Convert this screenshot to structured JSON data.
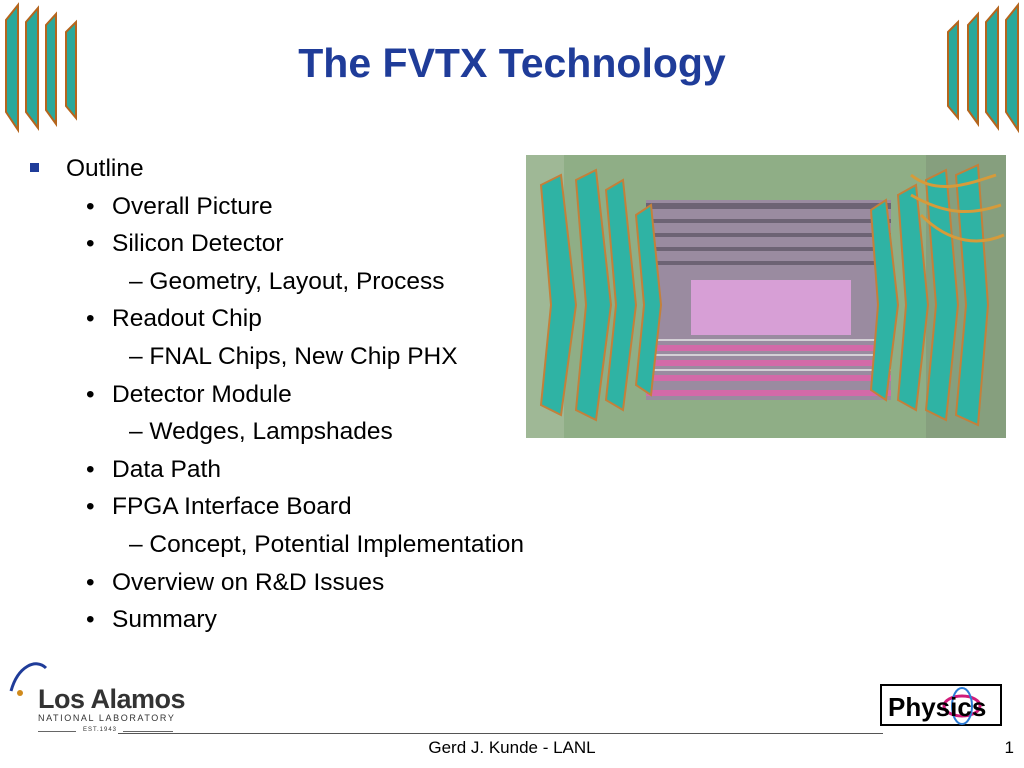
{
  "slide": {
    "title": "The FVTX Technology",
    "outline": {
      "heading": "Outline",
      "items": [
        {
          "label": "Overall Picture",
          "sub": []
        },
        {
          "label": "Silicon Detector",
          "sub": [
            "– Geometry, Layout, Process"
          ]
        },
        {
          "label": "Readout Chip",
          "sub": [
            "– FNAL Chips, New Chip PHX"
          ]
        },
        {
          "label": "Detector Module",
          "sub": [
            "– Wedges, Lampshades"
          ]
        },
        {
          "label": "Data Path",
          "sub": []
        },
        {
          "label": "FPGA Interface Board",
          "sub": [
            "– Concept, Potential Implementation"
          ]
        },
        {
          "label": "Overview on R&D Issues",
          "sub": []
        },
        {
          "label": "Summary",
          "sub": []
        }
      ]
    }
  },
  "footer": {
    "author": "Gerd J. Kunde - LANL",
    "page": "1"
  },
  "logos": {
    "lanl": {
      "name": "Los Alamos",
      "sub": "NATIONAL LABORATORY",
      "est": "EST.1943"
    },
    "physics": {
      "text": "Physics"
    }
  },
  "colors": {
    "title": "#1f3c99",
    "bullet": "#1f3c99",
    "wedge": "#2aa89a",
    "photo_bg": "#8fae86"
  }
}
